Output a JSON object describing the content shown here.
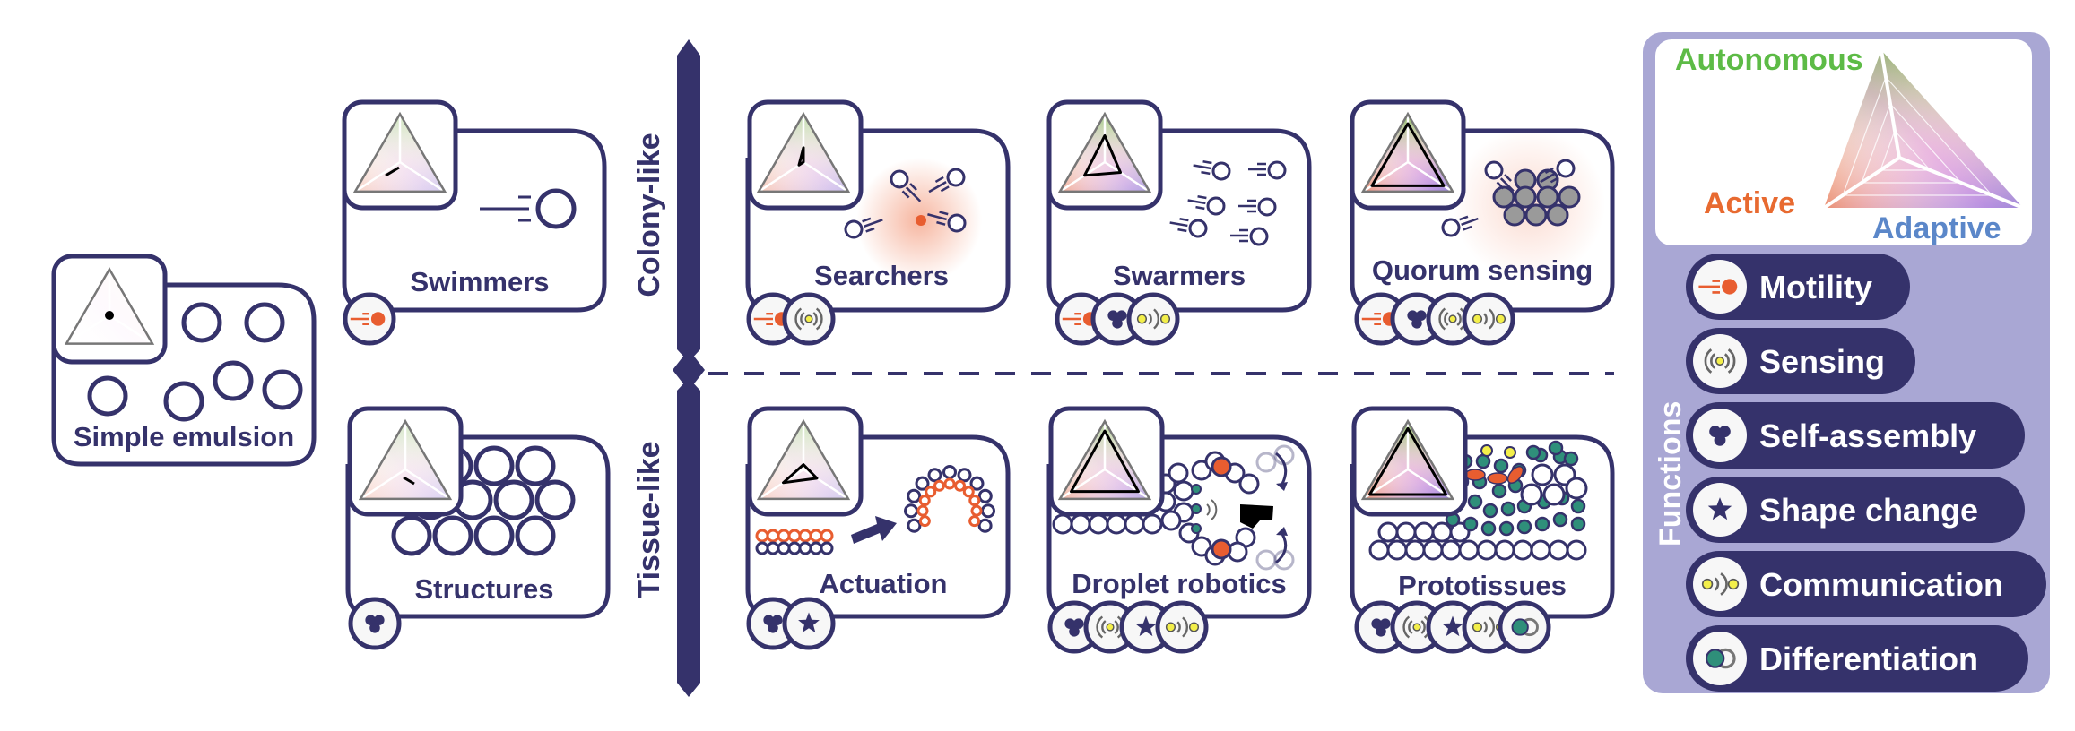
{
  "colors": {
    "navy": "#35326b",
    "motility_orange": "#e85d30",
    "signal_yellow": "#f3ef4a",
    "teal": "#2f8f7a",
    "legend_panel": "#a9a7d4",
    "autonomous_green": "#5dbb46",
    "active_orange": "#e86a30",
    "adaptive_blue": "#5b87c9"
  },
  "axis": {
    "top_label": "Colony-like",
    "bottom_label": "Tissue-like"
  },
  "cards": {
    "simple_emulsion": {
      "label": "Simple emulsion",
      "functions": []
    },
    "swimmers": {
      "label": "Swimmers",
      "functions": [
        "motility"
      ]
    },
    "structures": {
      "label": "Structures",
      "functions": [
        "self-assembly"
      ]
    },
    "searchers": {
      "label": "Searchers",
      "functions": [
        "motility",
        "sensing"
      ]
    },
    "swarmers": {
      "label": "Swarmers",
      "functions": [
        "motility",
        "self-assembly",
        "communication"
      ]
    },
    "quorum_sensing": {
      "label": "Quorum sensing",
      "functions": [
        "motility",
        "self-assembly",
        "sensing",
        "communication"
      ]
    },
    "actuation": {
      "label": "Actuation",
      "functions": [
        "self-assembly",
        "shape-change"
      ]
    },
    "droplet_robotics": {
      "label": "Droplet robotics",
      "functions": [
        "self-assembly",
        "sensing",
        "shape-change",
        "communication"
      ]
    },
    "prototissues": {
      "label": "Prototissues",
      "functions": [
        "self-assembly",
        "sensing",
        "shape-change",
        "communication",
        "differentiation"
      ]
    }
  },
  "legend": {
    "triangle": {
      "top": "Autonomous",
      "left": "Active",
      "right": "Adaptive"
    },
    "functions_title": "Functions",
    "functions": [
      {
        "id": "motility",
        "label": "Motility",
        "icon": "motility-icon"
      },
      {
        "id": "sensing",
        "label": "Sensing",
        "icon": "sensing-icon"
      },
      {
        "id": "self-assembly",
        "label": "Self-assembly",
        "icon": "self-assembly-icon"
      },
      {
        "id": "shape-change",
        "label": "Shape change",
        "icon": "shape-change-icon"
      },
      {
        "id": "communication",
        "label": "Communication",
        "icon": "communication-icon"
      },
      {
        "id": "differentiation",
        "label": "Differentiation",
        "icon": "differentiation-icon"
      }
    ]
  }
}
